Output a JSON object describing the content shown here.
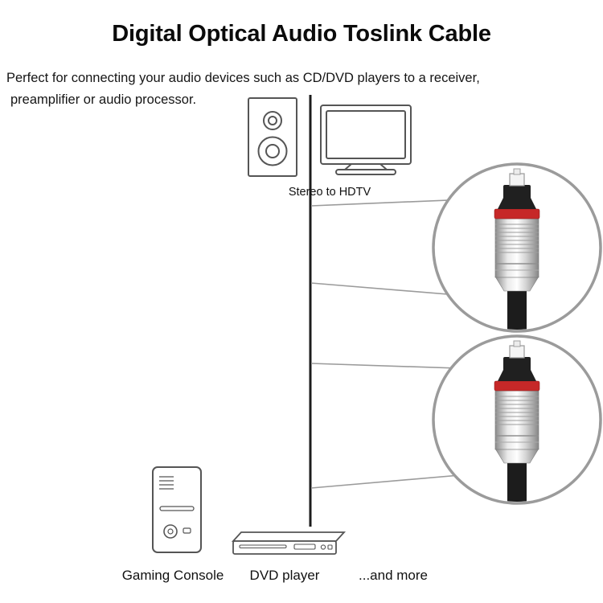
{
  "title": "Digital Optical Audio Toslink Cable",
  "description": {
    "line1": "Perfect for connecting your audio devices such as CD/DVD players to a receiver,",
    "line2": "preamplifier or audio processor."
  },
  "labels": {
    "stereo_to_hdtv": "Stereo to HDTV",
    "gaming_console": "Gaming Console",
    "dvd_player": "DVD player",
    "and_more": "...and more"
  },
  "icons": {
    "speaker": "stereo-speaker-icon",
    "tv": "hdtv-icon",
    "console": "gaming-console-icon",
    "dvd": "dvd-player-icon",
    "cable": "optical-cable-line",
    "connector": "toslink-connector-illustration",
    "callouts": "magnifier-callout-circles"
  },
  "colors": {
    "background": "#ffffff",
    "text": "#000000",
    "line_art": "#555555",
    "cable_black": "#1c1c1c",
    "callout_ring": "#9b9b9b",
    "connector_red_ring": "#c62828",
    "connector_metal_light": "#f5f5f5",
    "connector_metal_dark": "#8a8a8a"
  }
}
